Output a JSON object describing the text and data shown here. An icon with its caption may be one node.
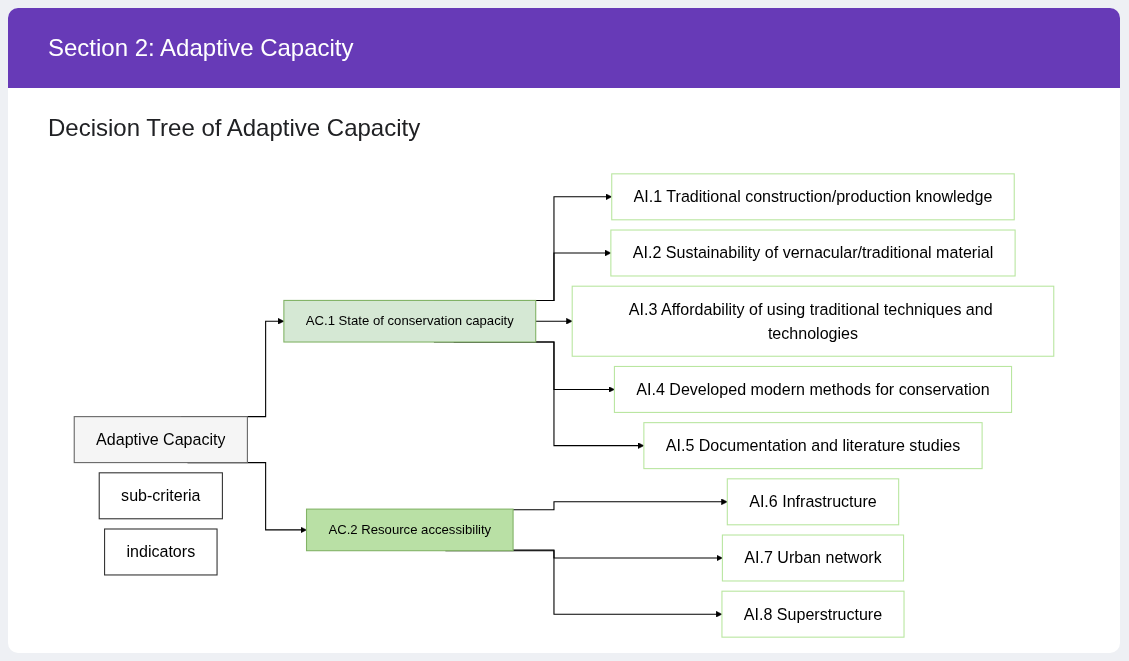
{
  "diagram": {
    "title": "Section 2: Adaptive Capacity",
    "nodes": [
      {
        "text": [
          "Adaptive Capacity"
        ]
      },
      {
        "text": [
          "sub-criteria"
        ]
      },
      {
        "text": [
          "indicators"
        ]
      },
      {
        "text": [
          "AC.1 State of conservation capacity"
        ]
      },
      {
        "text": [
          "AC.2 Resource accessibility"
        ]
      },
      {
        "text": [
          "AI.1 Traditional construction/production knowledge"
        ]
      },
      {
        "text": [
          "AI.2 Sustainability of vernacular/traditional material"
        ]
      },
      {
        "text": [
          "AI.3 Affordability of using traditional techniques and technologies"
        ]
      },
      {
        "text": [
          "AI.4 Developed modern methods for conservation"
        ]
      },
      {
        "text": [
          "AI.5 Documentation and literature studies"
        ]
      },
      {
        "text": [
          "AI.6 Infrastructure"
        ]
      },
      {
        "text": [
          "AI.7 Urban network"
        ]
      },
      {
        "text": [
          "AI.8 Superstructure"
        ]
      }
    ],
    "edges": [
      {
        "from": 0,
        "to": 3,
        "arrow": "to"
      },
      {
        "from": 0,
        "to": 4,
        "arrow": "to"
      },
      {
        "from": 3,
        "to": 5,
        "arrow": "to"
      },
      {
        "from": 3,
        "to": 6,
        "arrow": "to"
      },
      {
        "from": 3,
        "to": 7,
        "arrow": "to"
      },
      {
        "from": 3,
        "to": 8,
        "arrow": "to"
      },
      {
        "from": 3,
        "to": 9,
        "arrow": "to"
      },
      {
        "from": 4,
        "to": 10,
        "arrow": "to"
      },
      {
        "from": 4,
        "to": 11,
        "arrow": "to"
      },
      {
        "from": 4,
        "to": 12,
        "arrow": "to"
      }
    ],
    "labels": [
      "Decision Tree of Adaptive Capacity"
    ]
  }
}
